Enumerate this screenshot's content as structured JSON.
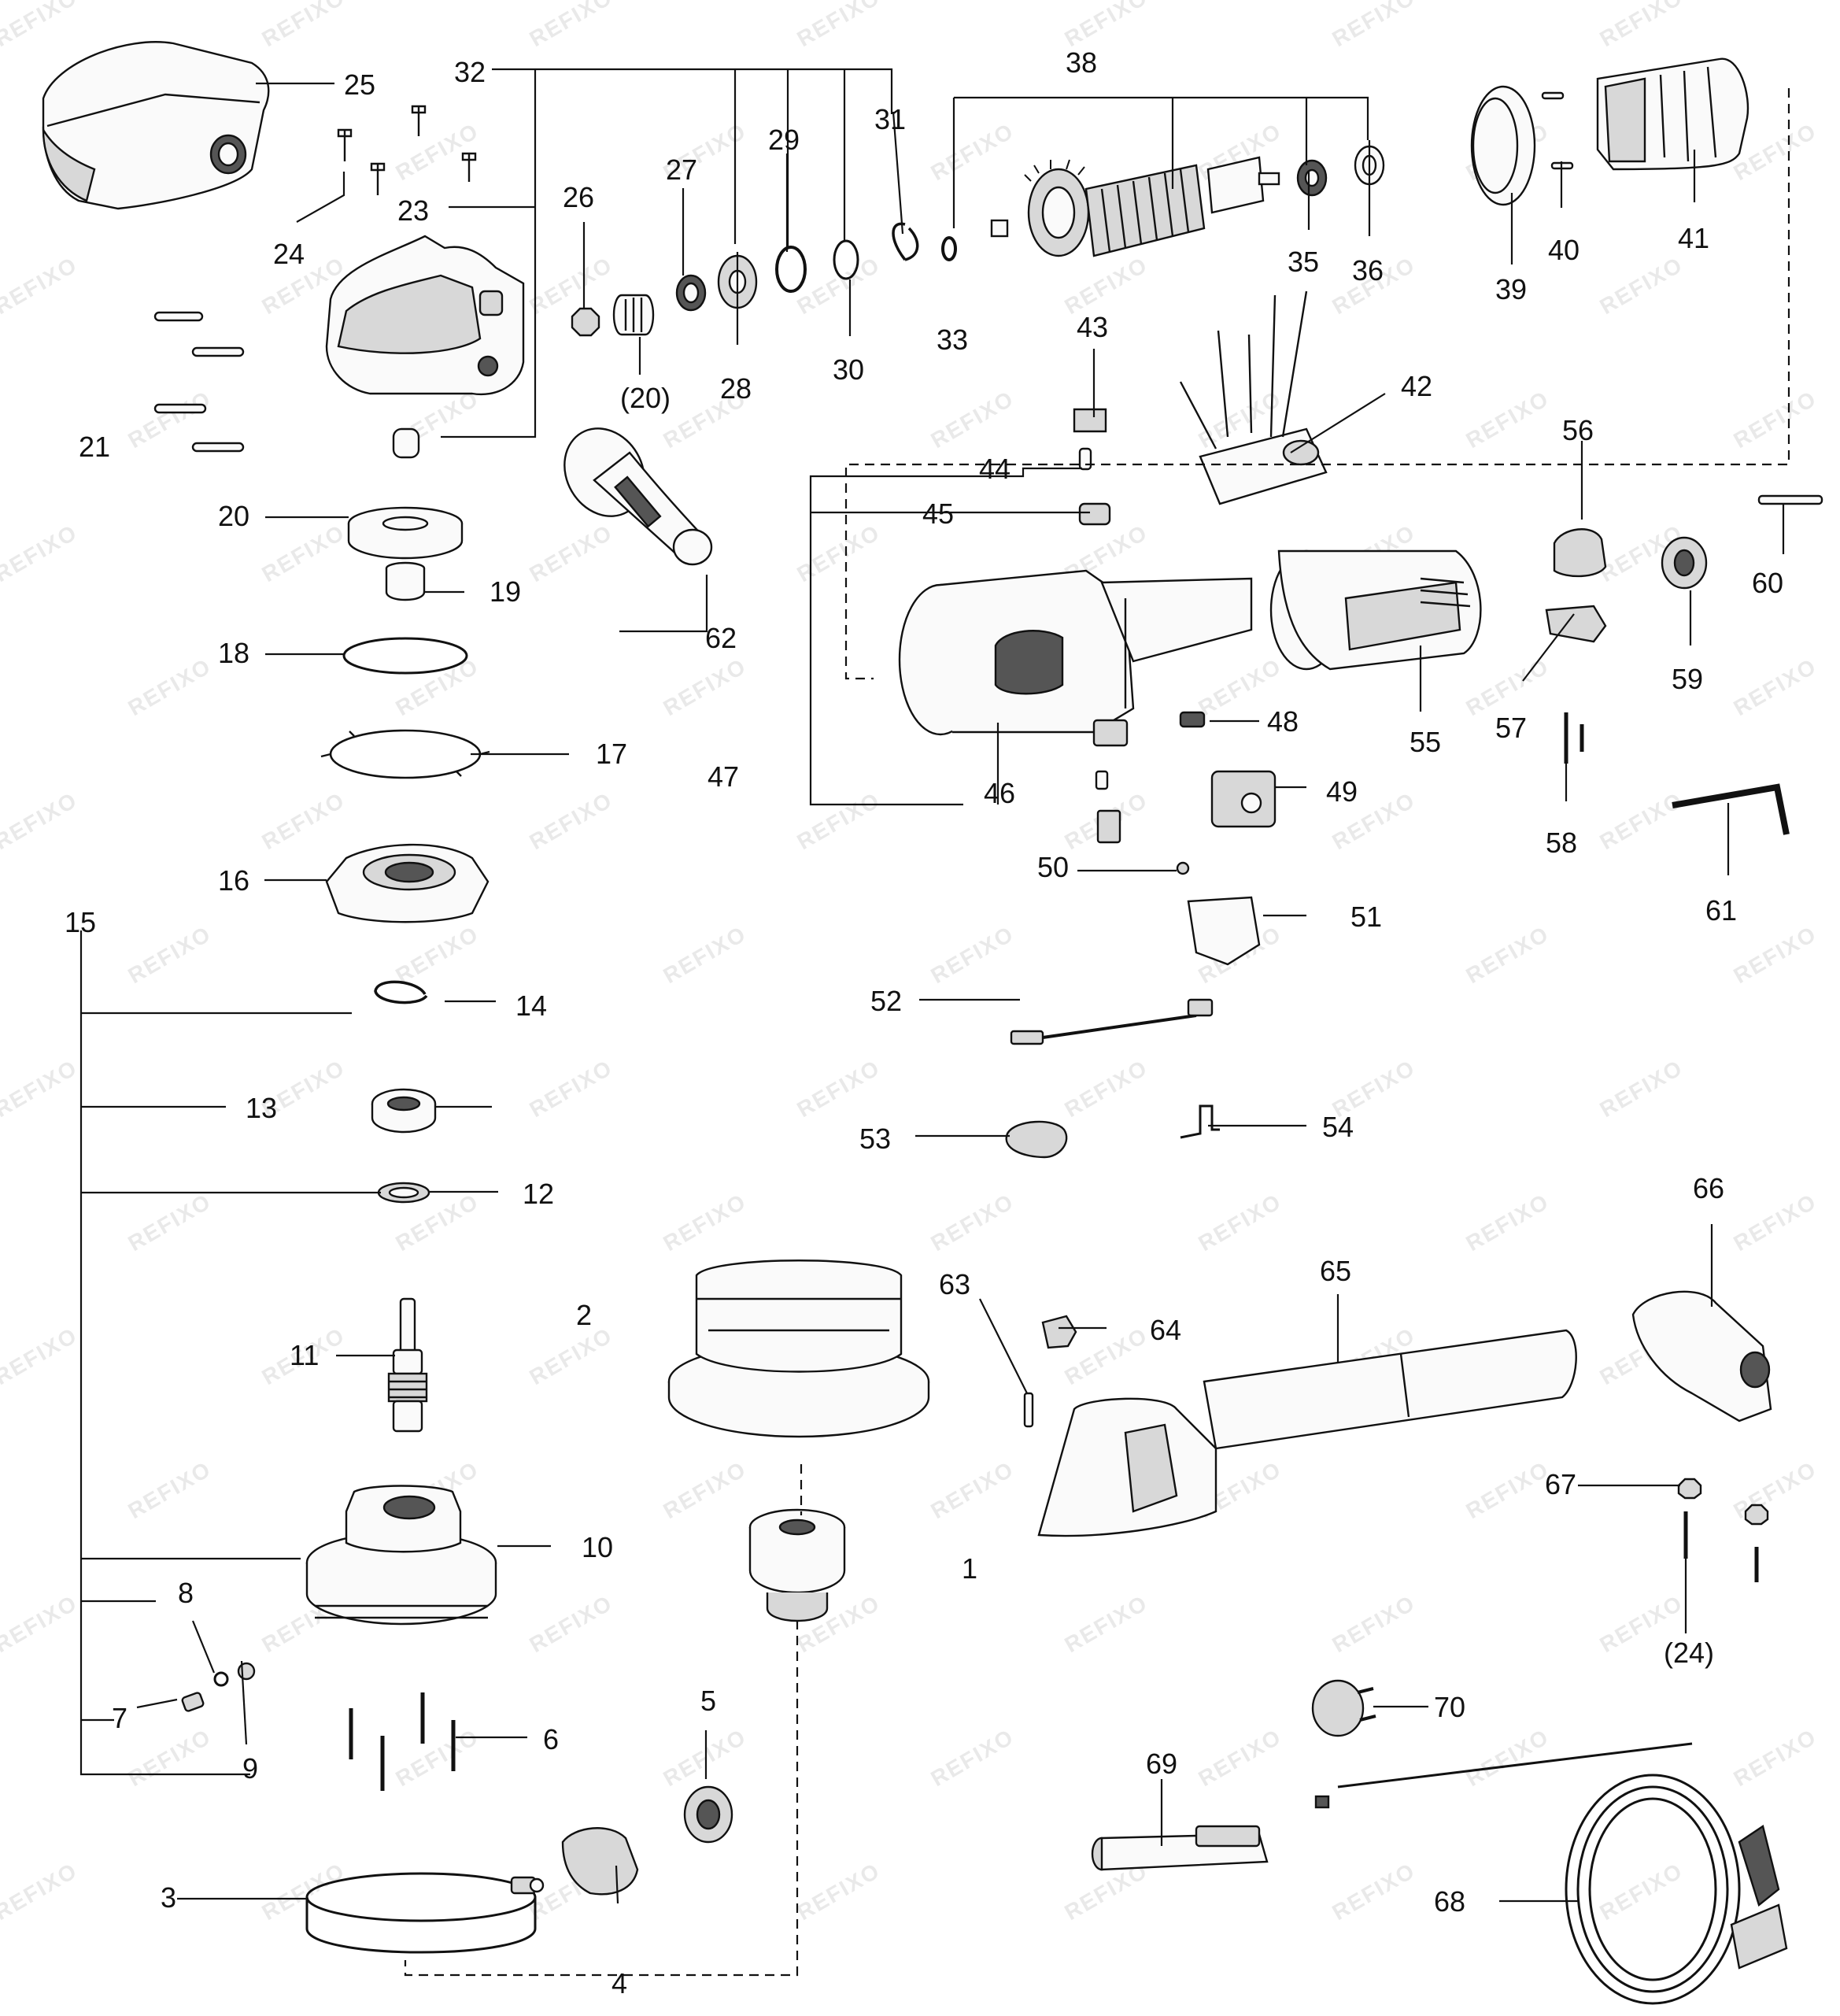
{
  "watermark": "REFIXO",
  "labels": {
    "p1": "1",
    "p2": "2",
    "p3": "3",
    "p4": "4",
    "p5": "5",
    "p6": "6",
    "p7": "7",
    "p8": "8",
    "p9": "9",
    "p10": "10",
    "p11": "11",
    "p12": "12",
    "p13": "13",
    "p14": "14",
    "p15": "15",
    "p16": "16",
    "p17": "17",
    "p18": "18",
    "p19": "19",
    "p20": "20",
    "p20b": "(20)",
    "p21": "21",
    "p23": "23",
    "p24": "24",
    "p24b": "(24)",
    "p25": "25",
    "p26": "26",
    "p27": "27",
    "p28": "28",
    "p29": "29",
    "p30": "30",
    "p31": "31",
    "p32": "32",
    "p33": "33",
    "p35": "35",
    "p36": "36",
    "p38": "38",
    "p39": "39",
    "p40": "40",
    "p41": "41",
    "p42": "42",
    "p43": "43",
    "p44": "44",
    "p45": "45",
    "p46": "46",
    "p47": "47",
    "p48": "48",
    "p49": "49",
    "p50": "50",
    "p51": "51",
    "p52": "52",
    "p53": "53",
    "p54": "54",
    "p55": "55",
    "p56": "56",
    "p57": "57",
    "p58": "58",
    "p59": "59",
    "p60": "60",
    "p61": "61",
    "p62": "62",
    "p63": "63",
    "p64": "64",
    "p65": "65",
    "p66": "66",
    "p67": "67",
    "p68": "68",
    "p69": "69",
    "p70": "70"
  }
}
